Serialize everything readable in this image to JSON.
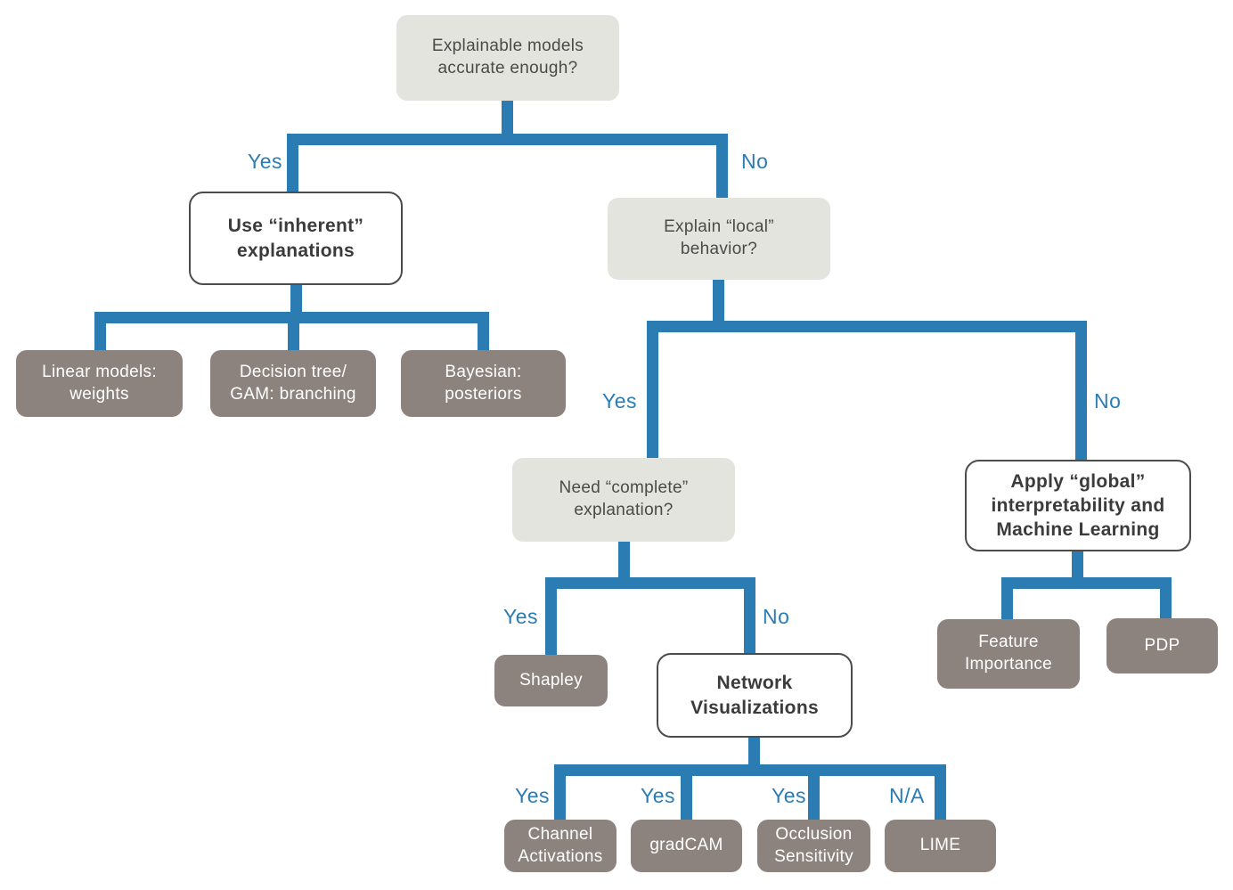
{
  "palette": {
    "connector_blue": "#2b7cb3",
    "question_box_fill": "#e4e4df",
    "leaf_box_fill": "#8c837e",
    "action_box_border": "#4c4c4c",
    "dark_text": "#4a4a47",
    "white_text": "#ffffff"
  },
  "nodes": {
    "root": "Explainable models\naccurate enough?",
    "use_inherent": "Use “inherent”\nexplanations",
    "linear_models": "Linear models:\nweights",
    "decision_tree": "Decision tree/\nGAM: branching",
    "bayesian": "Bayesian:\nposteriors",
    "explain_local": "Explain “local”\nbehavior?",
    "need_complete": "Need “complete”\nexplanation?",
    "apply_global": "Apply “global”\ninterpretability and\nMachine Learning",
    "shapley": "Shapley",
    "network_viz": "Network\nVisualizations",
    "feature_importance": "Feature\nImportance",
    "pdp": "PDP",
    "channel_activations": "Channel\nActivations",
    "gradcam": "gradCAM",
    "occlusion": "Occlusion\nSensitivity",
    "lime": "LIME"
  },
  "edge_labels": {
    "root_yes": "Yes",
    "root_no": "No",
    "local_yes": "Yes",
    "local_no": "No",
    "complete_yes": "Yes",
    "complete_no": "No",
    "nv_channel": "Yes",
    "nv_gradcam": "Yes",
    "nv_occlusion": "Yes",
    "nv_lime": "N/A"
  }
}
